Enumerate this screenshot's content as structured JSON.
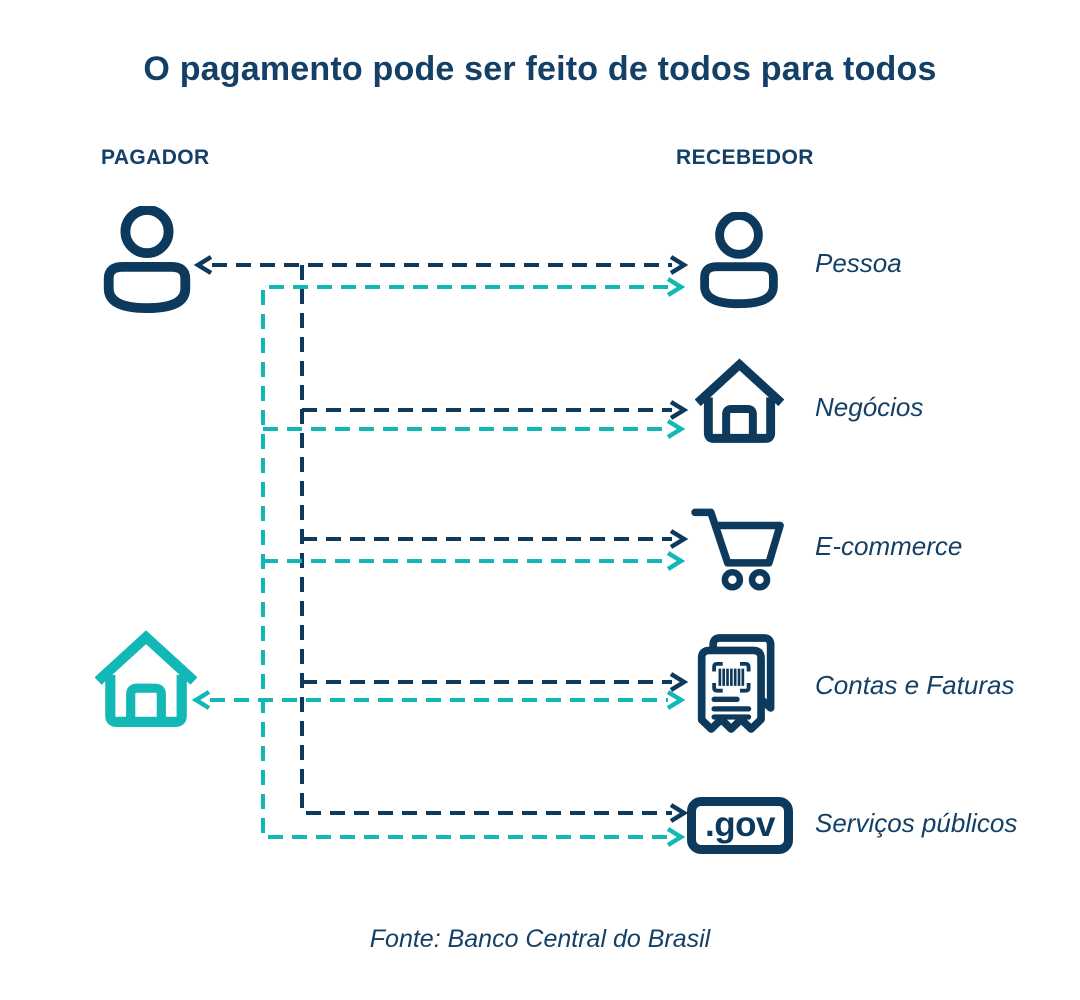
{
  "palette": {
    "navy": "#0d3a5c",
    "navy_text": "#143f66",
    "teal": "#12b8b6",
    "background": "#ffffff"
  },
  "title": "O pagamento pode ser feito de todos para todos",
  "columns": {
    "payer_label": "PAGADOR",
    "receiver_label": "RECEBEDOR"
  },
  "payers": [
    {
      "icon": "person-icon",
      "color": "#0d3a5c"
    },
    {
      "icon": "house-icon",
      "color": "#12b8b6"
    }
  ],
  "receivers": [
    {
      "icon": "person-icon",
      "label": "Pessoa"
    },
    {
      "icon": "house-icon",
      "label": "Negócios"
    },
    {
      "icon": "shopping-cart-icon",
      "label": "E-commerce"
    },
    {
      "icon": "invoice-icon",
      "label": "Contas e Faturas"
    },
    {
      "icon": "gov-badge-icon",
      "label": "Serviços públicos",
      "badge_text": ".gov"
    }
  ],
  "footer": "Fonte: Banco Central do Brasil"
}
